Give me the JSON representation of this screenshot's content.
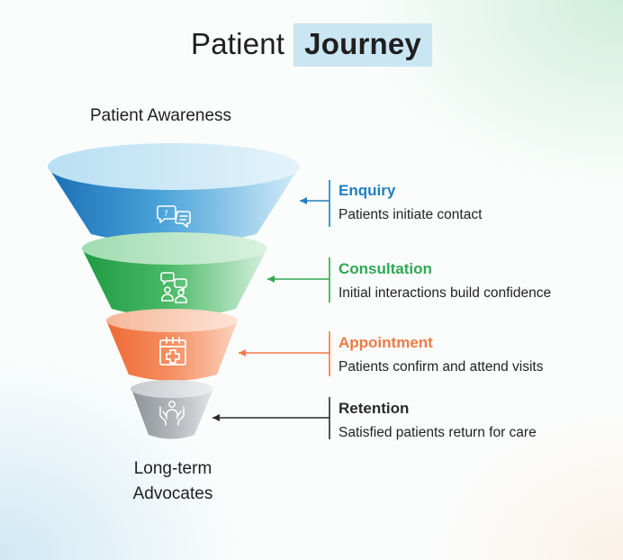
{
  "title": {
    "prefix": "Patient",
    "highlight": "Journey"
  },
  "top_label": "Patient Awareness",
  "bottom_label": {
    "line1": "Long-term",
    "line2": "Advocates"
  },
  "stages": [
    {
      "title": "Enquiry",
      "description": "Patients initiate contact",
      "color": "#1d7fc2",
      "icon": "chat-question-icon"
    },
    {
      "title": "Consultation",
      "description": "Initial interactions build confidence",
      "color": "#2fa852",
      "icon": "people-talking-icon"
    },
    {
      "title": "Appointment",
      "description": "Patients confirm and attend visits",
      "color": "#f07a45",
      "icon": "calendar-medical-icon"
    },
    {
      "title": "Retention",
      "description": "Satisfied patients return for care",
      "color": "#2a2a2a",
      "icon": "hands-care-icon"
    }
  ],
  "colors": {
    "highlight_bg": "#c9e6f2",
    "enquiry": "#1d7fc2",
    "consultation": "#2fa852",
    "appointment": "#f07a45",
    "retention": "#9aa0a6"
  }
}
